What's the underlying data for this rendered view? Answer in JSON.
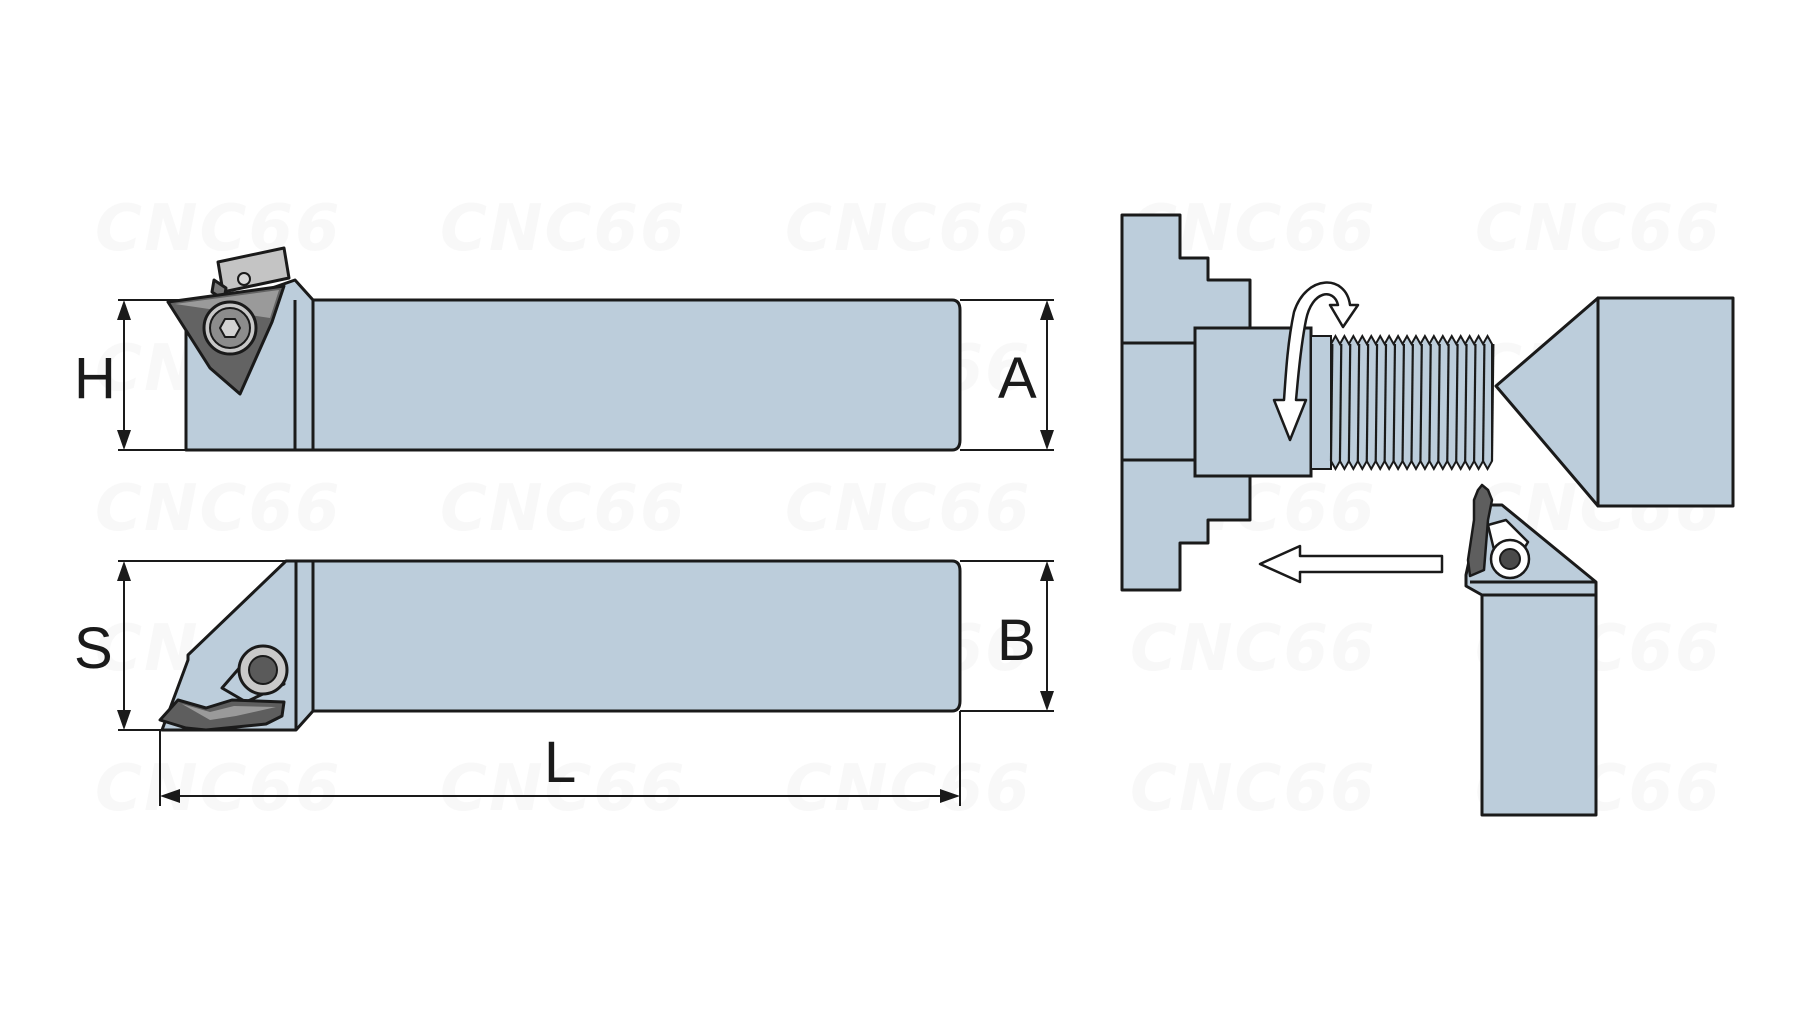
{
  "labels": {
    "H": "H",
    "A": "A",
    "S": "S",
    "B": "B",
    "L": "L"
  },
  "watermark": "CNC66",
  "colors": {
    "body_fill": "#bccddb",
    "outline": "#1a1a1a",
    "insert_dark": "#606060",
    "insert_light": "#b5b5b5",
    "background": "#ffffff"
  },
  "icons": {
    "rotation": "rotation-arrow-icon",
    "feed": "feed-direction-arrow-icon"
  }
}
